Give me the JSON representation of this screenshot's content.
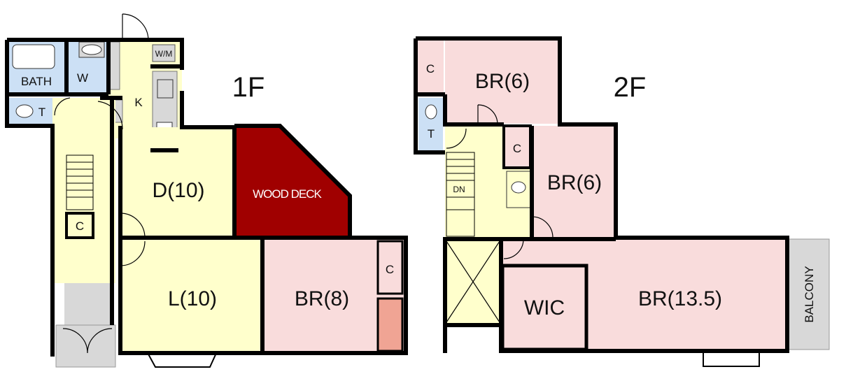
{
  "colors": {
    "hall": "#FFFFCC",
    "bedroom": "#F9DCDC",
    "wet": "#CCE0F5",
    "deck": "#A00000",
    "closet_accent": "#F0A494",
    "fixture": "#D8D8D8"
  },
  "floors": [
    {
      "label": "1F",
      "rooms": {
        "bath": "BATH",
        "washroom": "W",
        "toilet": "T",
        "kitchen": "K",
        "washing_machine": "W/M",
        "dining": "D(10)",
        "wood_deck": "WOOD DECK",
        "living": "L(10)",
        "bedroom": "BR(8)",
        "closet_hall": "C",
        "closet_bedroom": "C"
      }
    },
    {
      "label": "2F",
      "rooms": {
        "closet_a": "C",
        "bedroom_a": "BR(6)",
        "toilet": "T",
        "closet_b": "C",
        "bedroom_b": "BR(6)",
        "stairs_down": "DN",
        "wic": "WIC",
        "bedroom_main": "BR(13.5)",
        "balcony": "BALCONY"
      }
    }
  ]
}
